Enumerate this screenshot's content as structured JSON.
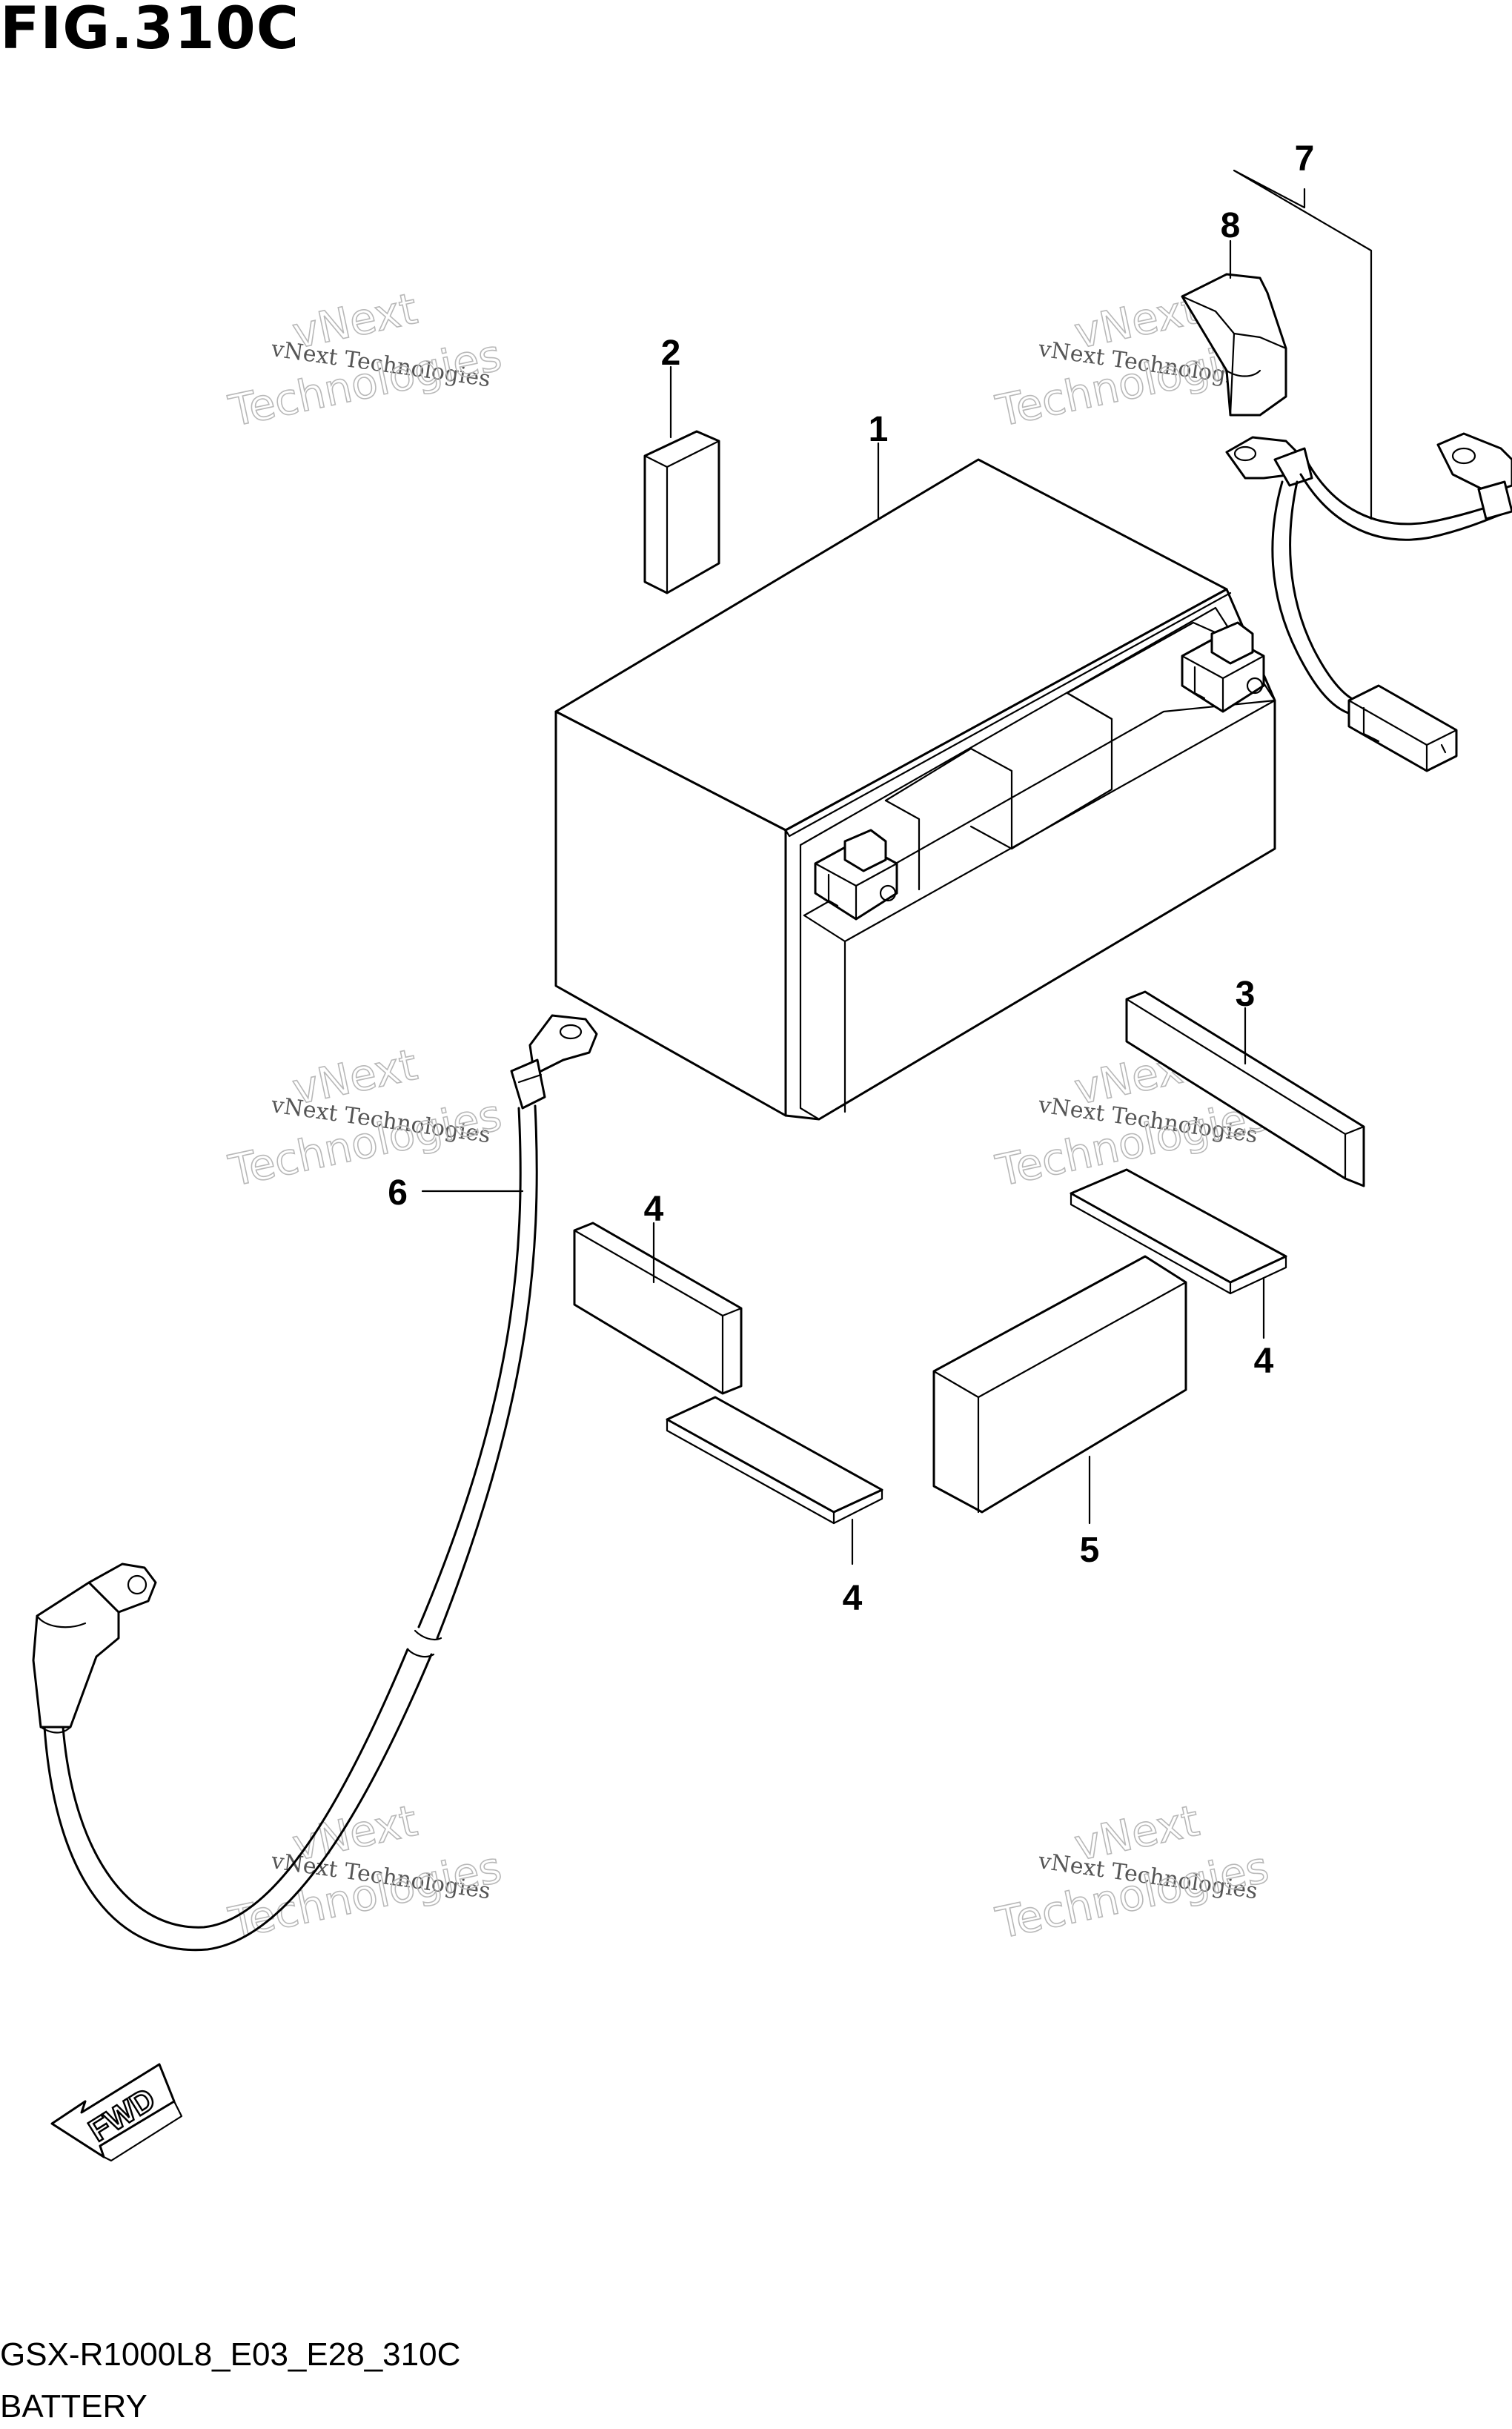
{
  "figure_title": "FIG.310C",
  "footer": {
    "diagram_code": "GSX-R1000L8_E03_E28_310C",
    "section_name": "BATTERY"
  },
  "callouts": {
    "c1": "1",
    "c2": "2",
    "c3": "3",
    "c4a": "4",
    "c4b": "4",
    "c4c": "4",
    "c5": "5",
    "c6": "6",
    "c7": "7",
    "c8": "8"
  },
  "direction_arrow": {
    "label": "FWD",
    "icon": "fwd-arrow-icon"
  },
  "watermark": {
    "line1": "vNext",
    "line2": "vNext Technologies",
    "line3": "Technologies"
  }
}
